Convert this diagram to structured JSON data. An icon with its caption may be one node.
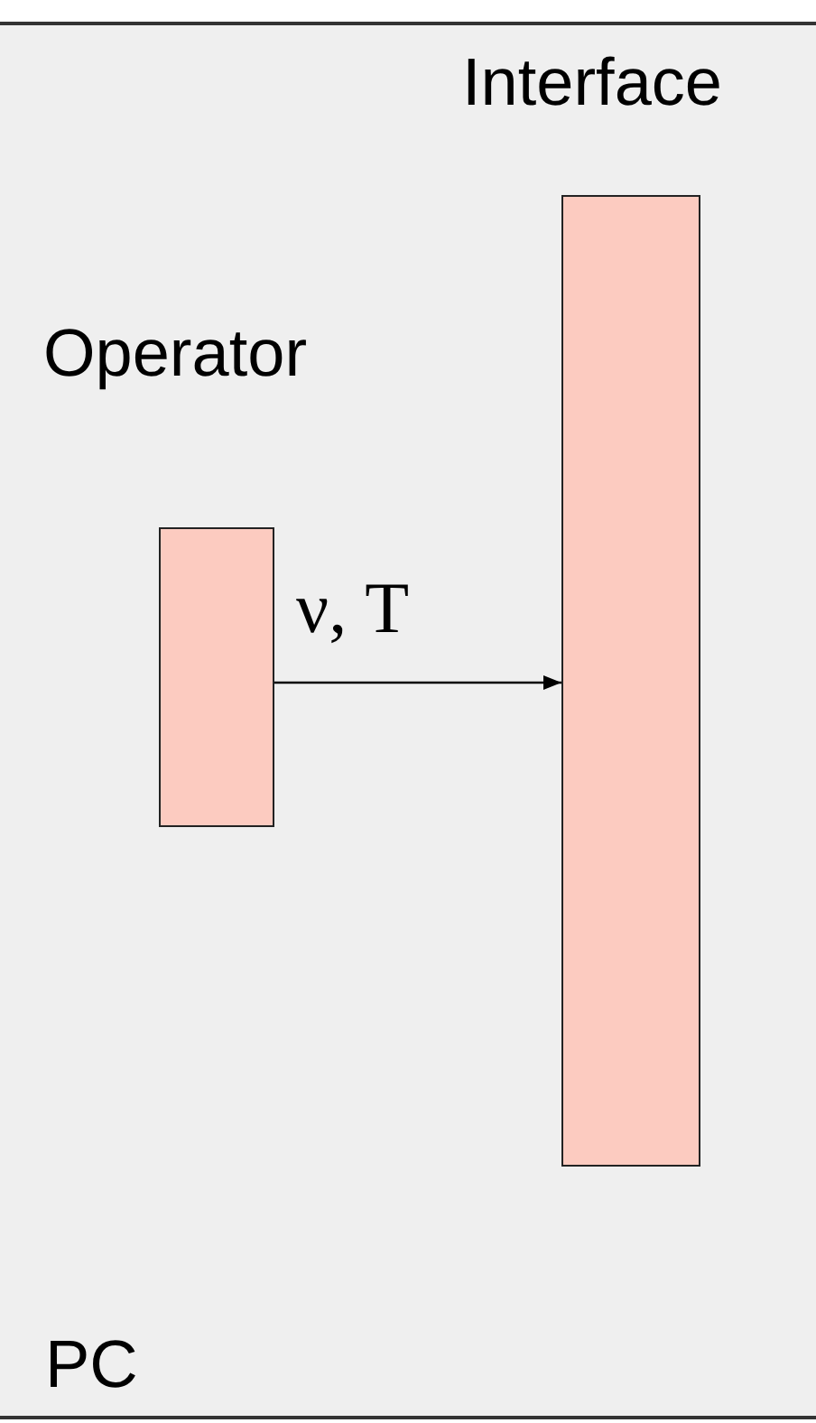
{
  "diagram": {
    "nodes": [
      {
        "text": [
          "PC"
        ]
      },
      {
        "text": [
          "Operator"
        ],
        "in": 0
      },
      {
        "text": [
          "Interface"
        ],
        "in": 0
      }
    ],
    "edges": [
      {
        "from": 1,
        "to": 2,
        "arrow": "to",
        "label": "ν, T"
      }
    ]
  }
}
